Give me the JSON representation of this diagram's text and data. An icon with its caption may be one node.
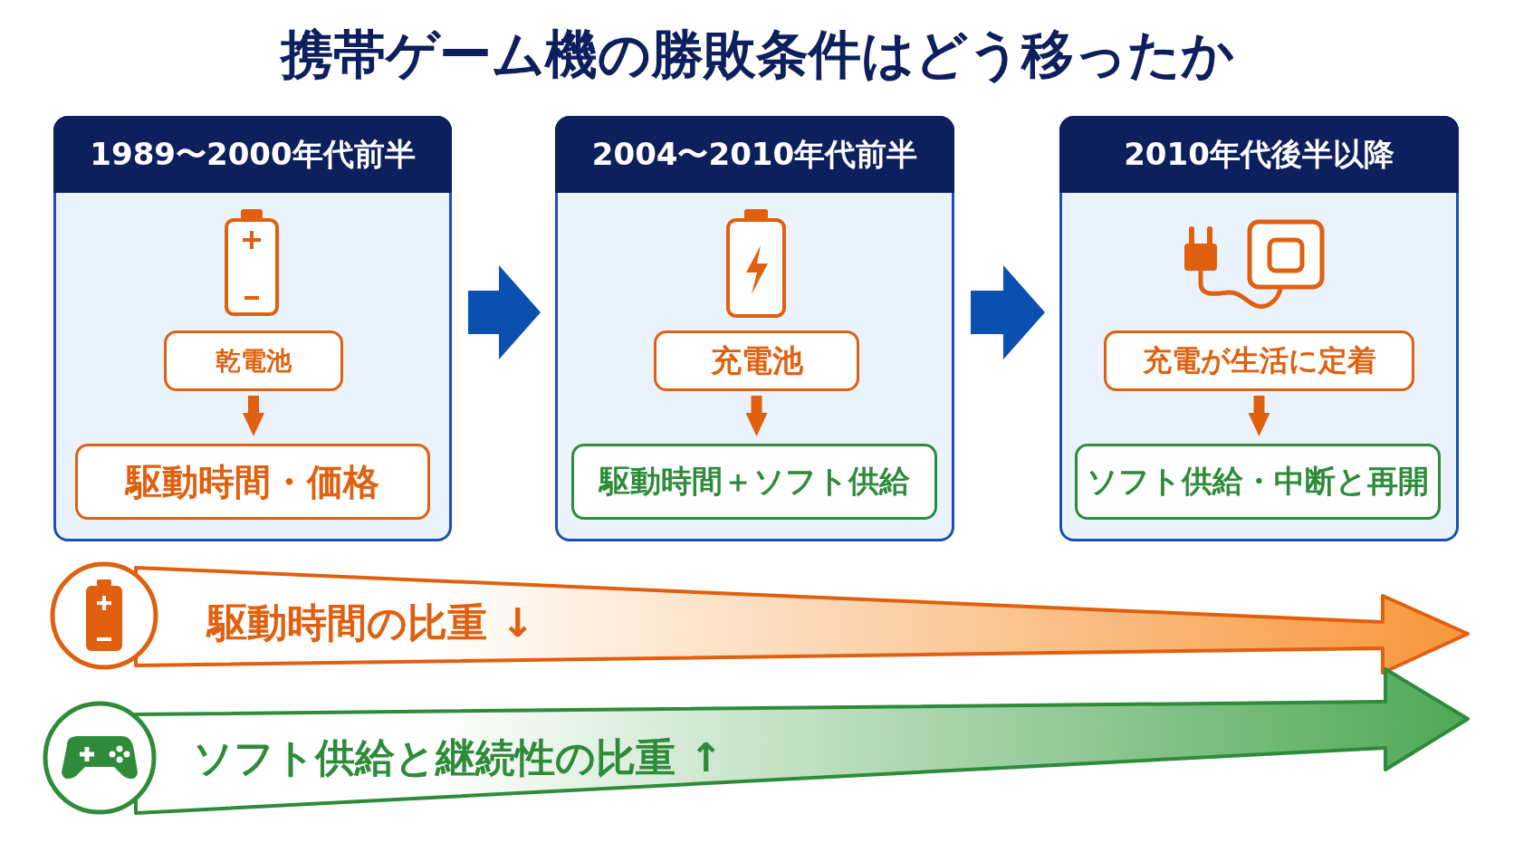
{
  "diagram": {
    "title": "携帯ゲーム機の勝敗条件はどう移ったか",
    "nodes": [
      {
        "text": [
          "1989〜2000年代前半"
        ]
      },
      {
        "text": [
          "乾電池"
        ],
        "in": 0
      },
      {
        "text": [
          "駆動時間・価格"
        ],
        "in": 0
      },
      {
        "text": [
          "2004〜2010年代前半"
        ]
      },
      {
        "text": [
          "充電池"
        ],
        "in": 3
      },
      {
        "text": [
          "駆動時間＋ソフト供給"
        ],
        "in": 3
      },
      {
        "text": [
          "2010年代後半以降"
        ]
      },
      {
        "text": [
          "充電が生活に定着"
        ],
        "in": 6
      },
      {
        "text": [
          "ソフト供給・中断と再開"
        ],
        "in": 6
      },
      {
        "text": [
          "駆動時間の比重 ↓"
        ]
      },
      {
        "text": [
          "ソフト供給と継続性の比重 ↑"
        ]
      }
    ],
    "edges": [
      {
        "from": 0,
        "to": 3,
        "arrow": "to",
        "style": "thick",
        "color": "#0b4fb0"
      },
      {
        "from": 3,
        "to": 6,
        "arrow": "to",
        "style": "thick",
        "color": "#0b4fb0"
      },
      {
        "from": 1,
        "to": 2,
        "arrow": "to"
      },
      {
        "from": 4,
        "to": 5,
        "arrow": "to"
      },
      {
        "from": 7,
        "to": 8,
        "arrow": "to"
      }
    ]
  }
}
